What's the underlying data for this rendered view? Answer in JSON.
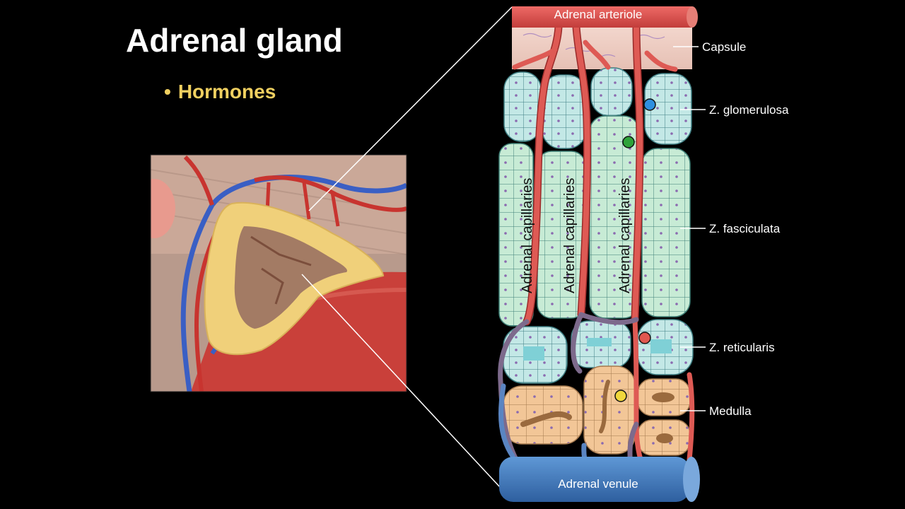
{
  "slide": {
    "title": "Adrenal gland",
    "bullet": "Hormones"
  },
  "diagram": {
    "top_vessel": "Adrenal arteriole",
    "bottom_vessel": "Adrenal venule",
    "capillary_label": "Adrenal capillaries",
    "layer_labels": {
      "capsule": "Capsule",
      "glomerulosa": "Z. glomerulosa",
      "fasciculata": "Z. fasciculata",
      "reticularis": "Z. reticularis",
      "medulla": "Medulla"
    },
    "marker_colors": {
      "glomerulosa": "#2f8fe0",
      "fasciculata": "#2ea33a",
      "reticularis": "#e0574f",
      "medulla": "#f0d73c"
    }
  }
}
